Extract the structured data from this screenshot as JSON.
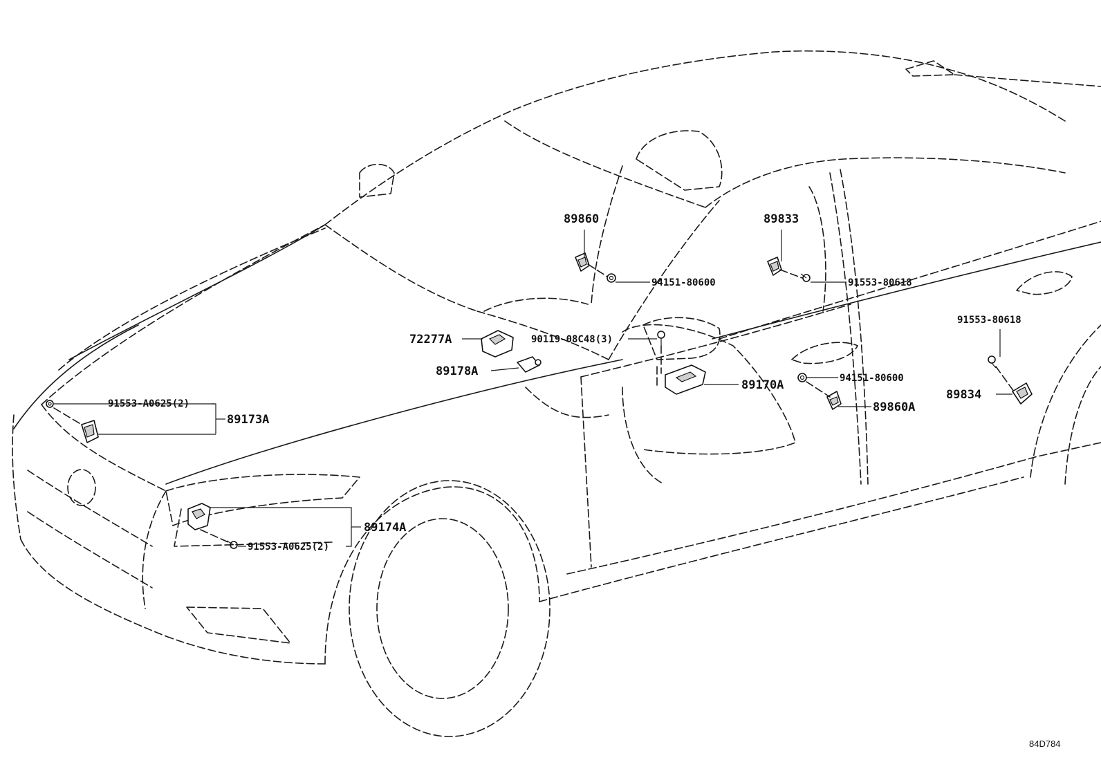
{
  "labels": {
    "l_89860": "89860",
    "l_94151_a": "94151-80600",
    "l_89833": "89833",
    "l_91553_80618_a": "91553-80618",
    "l_72277A": "72277A",
    "l_90119": "90119-08C48(3)",
    "l_89178A": "89178A",
    "l_91553_80618_b": "91553-80618",
    "l_94151_b": "94151-80600",
    "l_89170A": "89170A",
    "l_89834": "89834",
    "l_89860A": "89860A",
    "l_91553_A0625_a": "91553-A0625(2)",
    "l_89173A": "89173A",
    "l_89174A": "89174A",
    "l_91553_A0625_b": "91553-A0625(2)",
    "ref": "84D784"
  }
}
